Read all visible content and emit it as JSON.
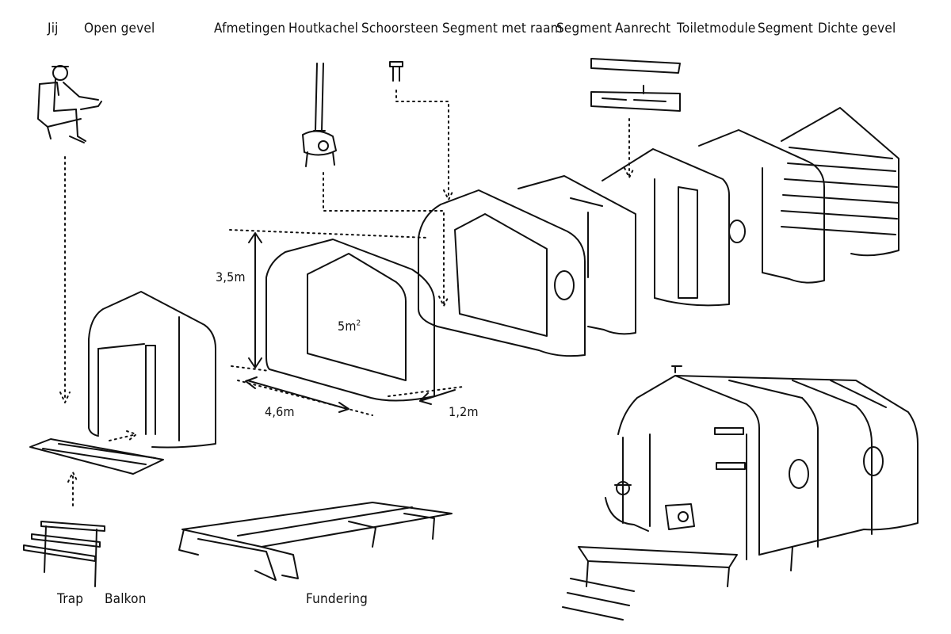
{
  "labels": {
    "you": "Jij",
    "open_facade": "Open gevel",
    "dimensions": "Afmetingen",
    "wood_stove": "Houtkachel",
    "chimney": "Schoorsteen",
    "segment_with_window": "Segment met raam",
    "segment_1": "Segment",
    "kitchen_counter": "Aanrecht",
    "toilet_module": "Toiletmodule",
    "segment_2": "Segment",
    "closed_facade": "Dichte gevel",
    "stairs": "Trap",
    "balcony": "Balkon",
    "foundation": "Fundering"
  },
  "dimensions": {
    "height": "3,5m",
    "width": "4,6m",
    "depth": "1,2m",
    "area": "5m",
    "area_exponent": "2"
  },
  "colors": {
    "ink": "#111111",
    "background": "#ffffff"
  }
}
